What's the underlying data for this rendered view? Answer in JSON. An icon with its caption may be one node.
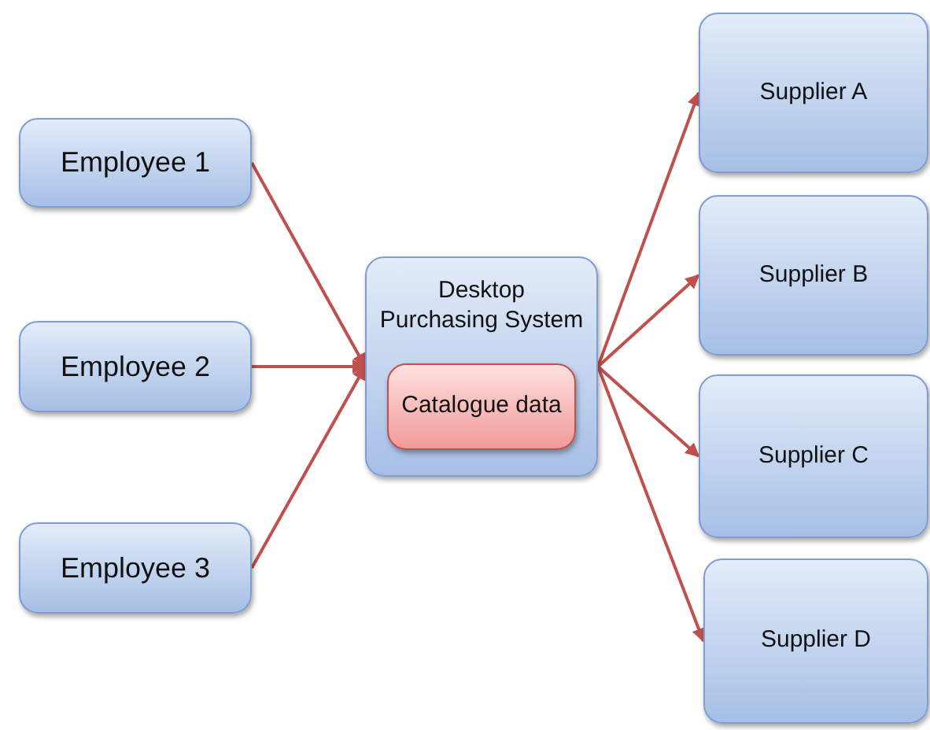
{
  "diagram": {
    "nodes": [
      {
        "text": [
          "Employee 1"
        ]
      },
      {
        "text": [
          "Employee 2"
        ]
      },
      {
        "text": [
          "Employee 3"
        ]
      },
      {
        "text": [
          "Desktop Purchasing System"
        ]
      },
      {
        "text": [
          "Catalogue data"
        ],
        "in": 3
      },
      {
        "text": [
          "Supplier A"
        ]
      },
      {
        "text": [
          "Supplier B"
        ]
      },
      {
        "text": [
          "Supplier C"
        ]
      },
      {
        "text": [
          "Supplier D"
        ]
      }
    ],
    "edges": [
      {
        "from": 0,
        "to": 3,
        "arrow": "to"
      },
      {
        "from": 1,
        "to": 3,
        "arrow": "to"
      },
      {
        "from": 2,
        "to": 3,
        "arrow": "to"
      },
      {
        "from": 3,
        "to": 5,
        "arrow": "to"
      },
      {
        "from": 3,
        "to": 6,
        "arrow": "to"
      },
      {
        "from": 3,
        "to": 7,
        "arrow": "to"
      },
      {
        "from": 3,
        "to": 8,
        "arrow": "to"
      }
    ]
  }
}
